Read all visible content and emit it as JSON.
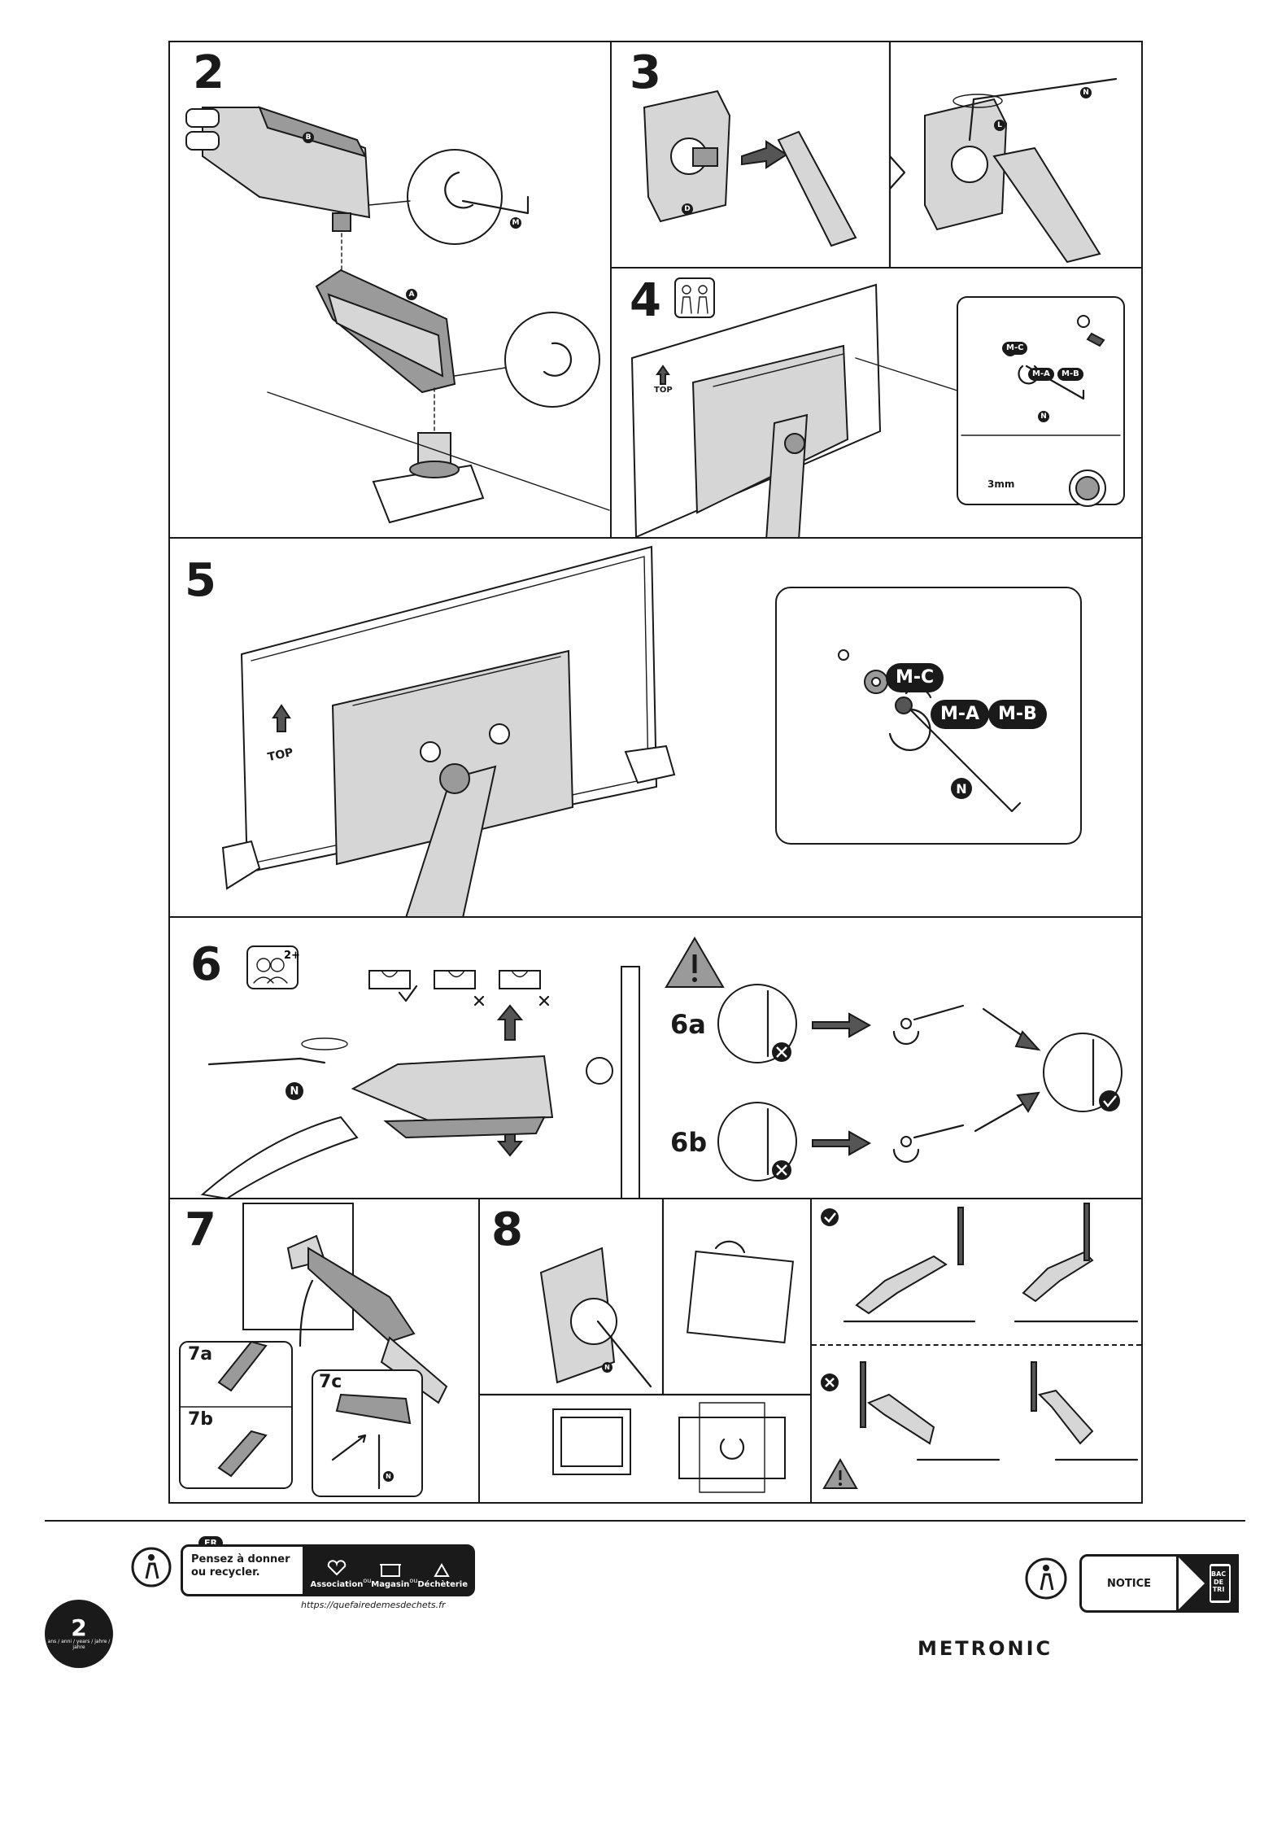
{
  "steps": {
    "s2": {
      "number": "2",
      "part_b": "B",
      "part_a": "A",
      "tool_m": "M"
    },
    "s3": {
      "number": "3",
      "part_d": "D",
      "tool_n": "N",
      "part_l": "L"
    },
    "s4": {
      "number": "4",
      "top": "TOP",
      "mc": "M-C",
      "ma": "M-A",
      "mb": "M-B",
      "tool_n": "N",
      "size": "3mm"
    },
    "s5": {
      "number": "5",
      "top": "TOP",
      "mc": "M-C",
      "ma": "M-A",
      "mb": "M-B",
      "tool_n": "N"
    },
    "s6": {
      "number": "6",
      "persons": "2+",
      "tool_n": "N",
      "a": "6a",
      "b": "6b"
    },
    "s7": {
      "number": "7",
      "a": "7a",
      "b": "7b",
      "c": "7c",
      "tool_n": "N"
    },
    "s8": {
      "number": "8",
      "tool_n": "N"
    }
  },
  "footer": {
    "fr_tag": "FR",
    "recycle_lead": "Pensez à donner ou recycler.",
    "options": [
      "Association",
      "Magasin",
      "Déchèterie"
    ],
    "or_word": "ou",
    "url": "https://quefairedemesdechets.fr",
    "notice": "NOTICE",
    "bin_label": "BAC DE TRI",
    "brand": "METRONIC",
    "warranty_years": "2",
    "warranty_text": "ans / anni / years / jahre / jahre"
  },
  "colors": {
    "ink": "#1a1a1a",
    "gray": "#9a9a9a",
    "light": "#d6d6d6"
  }
}
